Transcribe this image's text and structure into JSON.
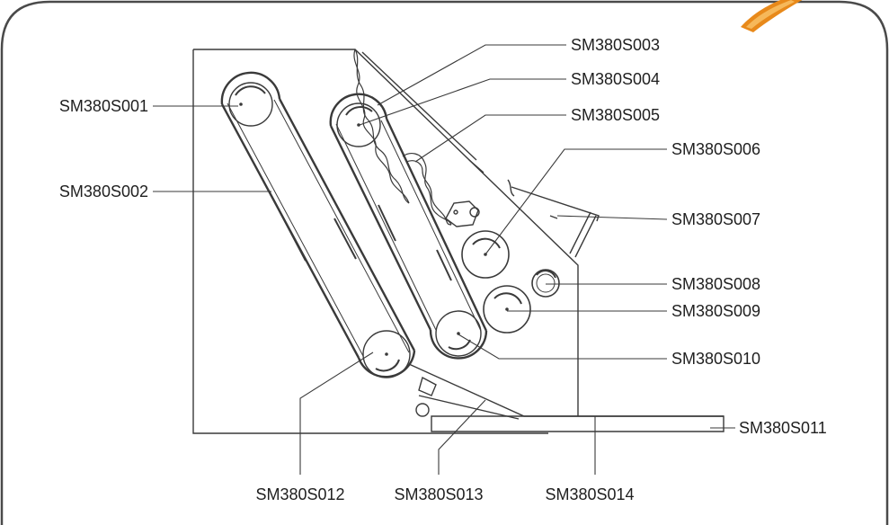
{
  "labels": {
    "s001": "SM380S001",
    "s002": "SM380S002",
    "s003": "SM380S003",
    "s004": "SM380S004",
    "s005": "SM380S005",
    "s006": "SM380S006",
    "s007": "SM380S007",
    "s008": "SM380S008",
    "s009": "SM380S009",
    "s010": "SM380S010",
    "s011": "SM380S011",
    "s012": "SM380S012",
    "s013": "SM380S013",
    "s014": "SM380S014"
  },
  "colors": {
    "line": "#3a3a3a",
    "frame": "#4a4a4a",
    "corner_accent": "#e8891a",
    "corner_accent_light": "#f6b85a"
  }
}
